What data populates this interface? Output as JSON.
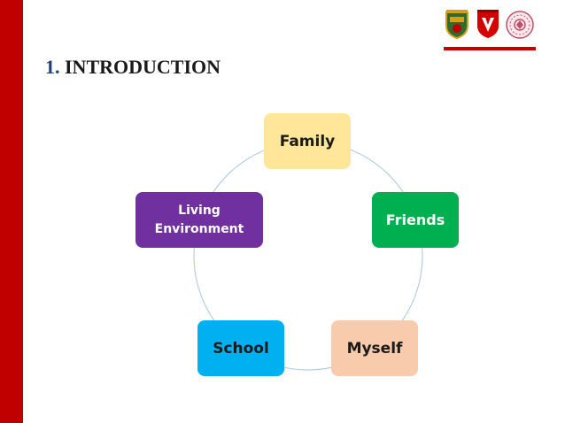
{
  "slide": {
    "title_number": "1.",
    "title_text": "INTRODUCTION"
  },
  "logos": {
    "logo_1": "university-crest-icon",
    "logo_2": "red-shield-v-icon",
    "logo_3": "circular-seal-icon"
  },
  "colors": {
    "accent_bar": "#c00000",
    "title_number": "#1f3f7a",
    "ring": "#a9c4de"
  },
  "cycle": {
    "nodes": [
      {
        "label": "Family",
        "color": "#ffe699"
      },
      {
        "label": "Friends",
        "color": "#00b050"
      },
      {
        "label": "Myself",
        "color": "#f8cbad"
      },
      {
        "label": "School",
        "color": "#00b0f0"
      },
      {
        "label": "Living\nEnvironment",
        "color": "#7030a0"
      }
    ]
  }
}
